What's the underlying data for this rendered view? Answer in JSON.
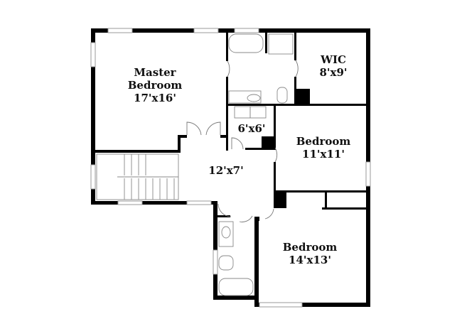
{
  "rooms": [
    {
      "name": "Master",
      "name2": "Bedroom",
      "size": "17'x16'"
    },
    {
      "name": "WIC",
      "size": "8'x9'"
    },
    {
      "name": "",
      "size": "6'x6'"
    },
    {
      "name": "",
      "size": "12'x7'"
    },
    {
      "name": "Bedroom",
      "size": "11'x11'"
    },
    {
      "name": "Bedroom",
      "size": "14'x13'"
    }
  ],
  "colors": {
    "wall": "#000000",
    "background": "#ffffff",
    "fixture": "#888888"
  }
}
